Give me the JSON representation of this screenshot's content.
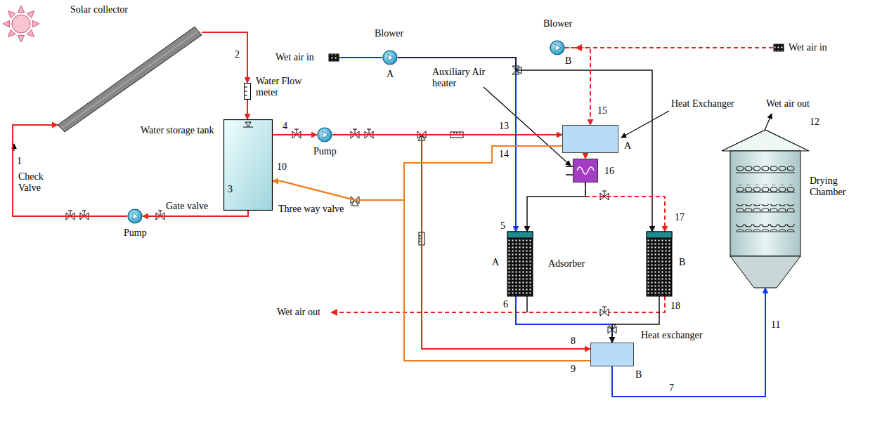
{
  "diagram": {
    "nodes": [
      {
        "text": [
          "Solar collector"
        ]
      },
      {
        "text": [
          "Water Flow meter"
        ]
      },
      {
        "text": [
          "Water storage tank"
        ]
      },
      {
        "text": [
          "Pump"
        ]
      },
      {
        "text": [
          "Pump"
        ]
      },
      {
        "text": [
          "Blower",
          "A"
        ]
      },
      {
        "text": [
          "Blower",
          "B"
        ]
      },
      {
        "text": [
          "Heat Exchanger",
          "A"
        ]
      },
      {
        "text": [
          "Auxiliary Air heater"
        ]
      },
      {
        "text": [
          "A"
        ]
      },
      {
        "text": [
          "B"
        ]
      },
      {
        "text": [
          "Heat exchanger",
          "B"
        ]
      },
      {
        "text": [
          "Drying Chamber"
        ]
      }
    ],
    "edges": [
      {
        "from": 0,
        "to": 1,
        "arrow": "to"
      },
      {
        "from": 1,
        "to": 2,
        "arrow": "to"
      },
      {
        "from": 2,
        "to": 4,
        "arrow": "to"
      },
      {
        "from": 4,
        "to": 0,
        "arrow": "to"
      },
      {
        "from": 2,
        "to": 3,
        "arrow": "to"
      },
      {
        "from": 3,
        "to": 7,
        "arrow": "to"
      },
      {
        "from": 3,
        "to": 11,
        "arrow": "to"
      },
      {
        "from": 5,
        "to": 9,
        "arrow": "to"
      },
      {
        "from": 5,
        "to": 10,
        "arrow": "to"
      },
      {
        "from": 6,
        "to": 7,
        "arrow": "to"
      },
      {
        "from": 7,
        "to": 8,
        "arrow": "to"
      },
      {
        "from": 8,
        "to": 10,
        "arrow": "to"
      },
      {
        "from": 8,
        "to": 9,
        "arrow": "to"
      },
      {
        "from": 9,
        "to": 11,
        "arrow": "to"
      },
      {
        "from": 10,
        "to": 11,
        "arrow": "to"
      },
      {
        "from": 11,
        "to": 12,
        "arrow": "to"
      },
      {
        "from": 7,
        "to": 2,
        "arrow": "to"
      },
      {
        "from": 11,
        "to": 2,
        "arrow": "to"
      }
    ],
    "labels": [
      "1",
      "2",
      "3",
      "4",
      "5",
      "6",
      "7",
      "8",
      "9",
      "10",
      "11",
      "12",
      "13",
      "14",
      "15",
      "16",
      "17",
      "18",
      "Check Valve",
      "Gate valve",
      "Three way valve",
      "Wet air in",
      "Wet air in",
      "Wet air out",
      "Wet air out",
      "Adsorber"
    ]
  }
}
